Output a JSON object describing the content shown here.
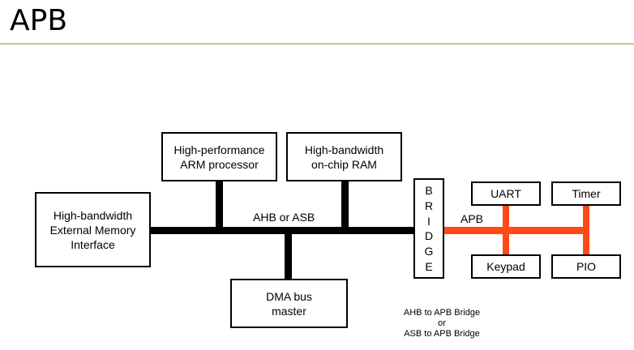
{
  "slide": {
    "title": "APB"
  },
  "diagram": {
    "ahb_bus_label": "AHB or ASB",
    "apb_bus_label": "APB",
    "boxes": {
      "arm_processor": "High-performance\nARM processor",
      "onchip_ram": "High-bandwidth\non-chip RAM",
      "external_memory": "High-bandwidth\nExternal Memory\nInterface",
      "dma": "DMA bus\nmaster",
      "uart": "UART",
      "timer": "Timer",
      "keypad": "Keypad",
      "pio": "PIO"
    },
    "bridge_letters": [
      "B",
      "R",
      "I",
      "D",
      "G",
      "E"
    ],
    "bridge_note": "AHB to APB Bridge\nor\nASB to APB Bridge",
    "colors": {
      "ahb_bus": "#000000",
      "apb_bus": "#ff4a17",
      "title_rule": "#c3c98e"
    }
  }
}
